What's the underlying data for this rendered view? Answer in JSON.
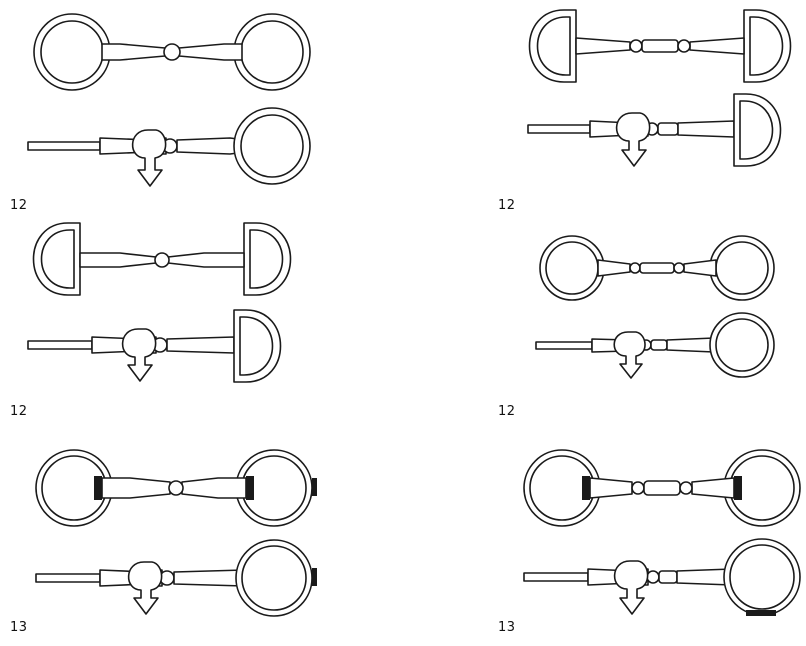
{
  "figures": [
    {
      "caption": "12",
      "ring": "loose-ring",
      "joints": 1
    },
    {
      "caption": "12",
      "ring": "eggbutt",
      "joints": 2
    },
    {
      "caption": "12",
      "ring": "eggbutt",
      "joints": 1
    },
    {
      "caption": "12",
      "ring": "loose-ring",
      "joints": 2
    },
    {
      "caption": "13",
      "ring": "loose-ring-sleeve",
      "joints": 1
    },
    {
      "caption": "13",
      "ring": "loose-ring-sleeve",
      "joints": 2
    }
  ]
}
